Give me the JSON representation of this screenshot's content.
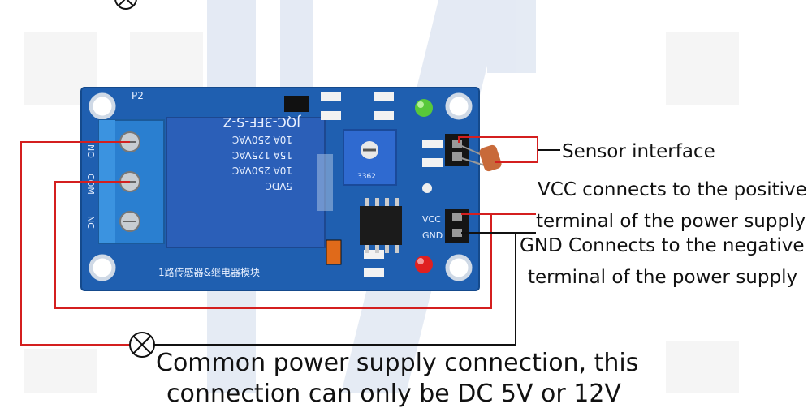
{
  "board": {
    "silk_p2": "P2",
    "relay_model": "JQC-3FF-S-Z",
    "relay_ratings": [
      "10A 250VAC",
      "15A 125VAC",
      "10A 250VAC",
      "5VDC"
    ],
    "terminal_labels": [
      "NO",
      "COM",
      "NC"
    ],
    "chinese_label": "1路传感器&继电器模块",
    "pin_labels": [
      "VCC",
      "GND"
    ],
    "pot_label": "3362"
  },
  "annotations": {
    "sensor": "Sensor interface",
    "vcc_line1": "VCC connects to the positive",
    "vcc_line2": "terminal of the power supply",
    "gnd_line1": "GND Connects to the negative",
    "gnd_line2": "terminal of the power supply",
    "bottom_line1": "Common power supply connection, this",
    "bottom_line2": "connection can only be DC 5V or 12V"
  },
  "colors": {
    "pcb": "#1f5fb0",
    "relay": "#2b5fb8",
    "terminal": "#2a7fd0",
    "wire_red": "#d41f1f",
    "wire_black": "#111111"
  }
}
